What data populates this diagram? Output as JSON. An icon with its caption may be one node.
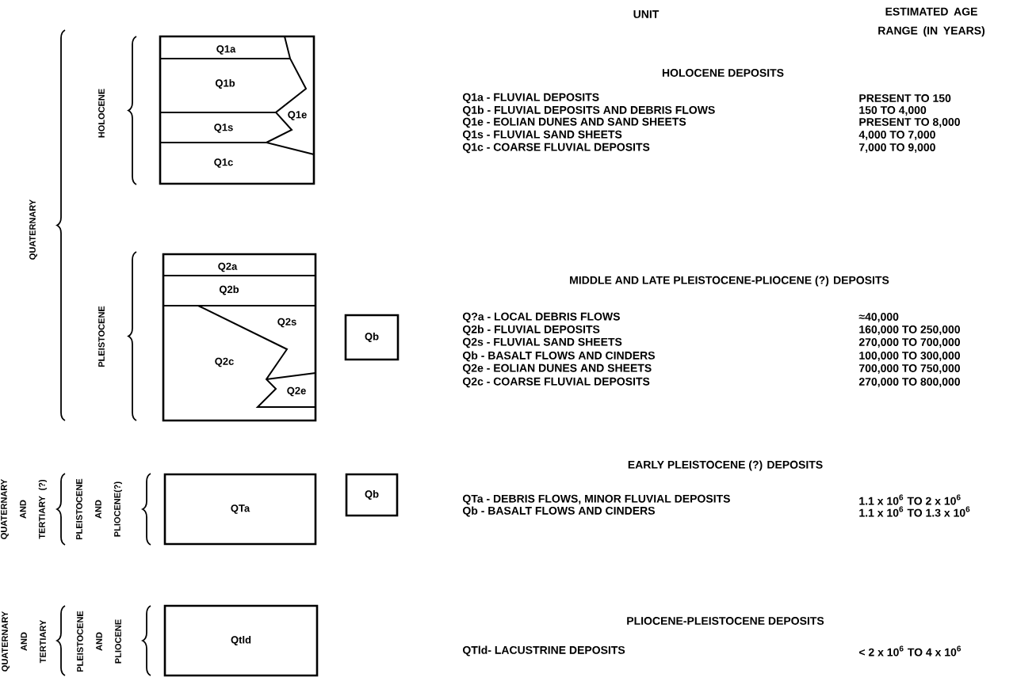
{
  "diagram": {
    "nodes": [
      {
        "text": [],
        "shape": "box"
      },
      {
        "text": [
          "Q1a"
        ],
        "in": 0
      },
      {
        "text": [
          "Q1b"
        ],
        "in": 0
      },
      {
        "text": [
          "Q1e"
        ],
        "in": 0
      },
      {
        "text": [
          "Q1s"
        ],
        "in": 0
      },
      {
        "text": [
          "Q1c"
        ],
        "in": 0
      },
      {
        "text": [],
        "shape": "box"
      },
      {
        "text": [
          "Q2a"
        ],
        "in": 6
      },
      {
        "text": [
          "Q2b"
        ],
        "in": 6
      },
      {
        "text": [
          "Q2s"
        ],
        "in": 6
      },
      {
        "text": [
          "Q2c"
        ],
        "in": 6
      },
      {
        "text": [
          "Q2e"
        ],
        "in": 6
      },
      {
        "text": [
          "Qb"
        ]
      },
      {
        "text": [
          "QTa"
        ]
      },
      {
        "text": [
          "Qb"
        ]
      },
      {
        "text": [
          "Qtld"
        ]
      }
    ],
    "labels": [
      "UNIT",
      "ESTIMATED AGE RANGE (IN YEARS)",
      "QUATERNARY",
      "HOLOCENE",
      "HOLOCENE DEPOSITS",
      "Q1a - FLUVIAL DEPOSITS",
      "PRESENT TO 150",
      "Q1b - FLUVIAL DEPOSITS AND DEBRIS FLOWS",
      "150 TO 4,000",
      "Q1e - EOLIAN DUNES AND SAND SHEETS",
      "PRESENT TO 8,000",
      "Q1s - FLUVIAL SAND SHEETS",
      "4,000 TO 7,000",
      "Q1c - COARSE FLUVIAL DEPOSITS",
      "7,000 TO 9,000",
      "PLEISTOCENE",
      "MIDDLE AND LATE PLEISTOCENE-PLIOCENE (?) DEPOSITS",
      "Q?a - LOCAL DEBRIS FLOWS",
      "≈40,000",
      "Q2b - FLUVIAL DEPOSITS",
      "160,000 TO 250,000",
      "Q2s - FLUVIAL SAND SHEETS",
      "270,000 TO 700,000",
      "Qb - BASALT FLOWS AND CINDERS",
      "100,000 TO 300,000",
      "Q2e - EOLIAN DUNES AND SHEETS",
      "700,000 TO 750,000",
      "Q2c - COARSE FLUVIAL DEPOSITS",
      "270,000 TO 800,000",
      "QUATERNARY AND TERTIARY (?)",
      "PLEISTOCENE AND PLIOCENE(?)",
      "EARLY PLEISTOCENE (?) DEPOSITS",
      "QTa - DEBRIS FLOWS, MINOR FLUVIAL DEPOSITS",
      "1.1 x 10$^{6}$ TO 2 x 10$^{6}$",
      "Qb - BASALT FLOWS AND CINDERS",
      "1.1 x 10$^{6}$ TO 1.3 x 10$^{6}$",
      "QUATERNARY AND TERTIARY",
      "PLEISTOCENE AND PLIOCENE",
      "PLIOCENE-PLEISTOCENE DEPOSITS",
      "QTld- LACUSTRINE DEPOSITS",
      "< 2 x 10$^{6}$ TO 4 x 10$^{6}$"
    ]
  }
}
